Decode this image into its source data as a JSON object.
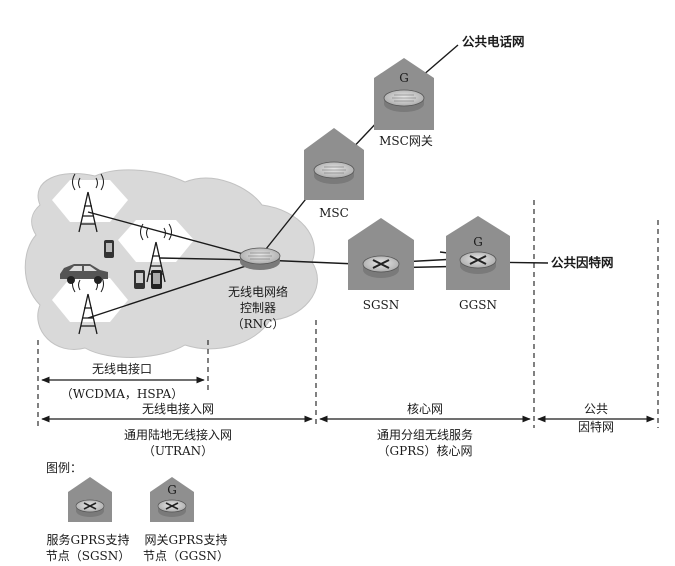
{
  "nodes": {
    "pstn": "公共电话网",
    "msc_gateway": "MSC网关",
    "msc": "MSC",
    "gateway_mark": "G",
    "rnc_line1": "无线电网络",
    "rnc_line2": "控制器",
    "rnc_line3": "（RNC）",
    "sgsn": "SGSN",
    "ggsn": "GGSN",
    "public_internet": "公共因特网"
  },
  "spans": {
    "radio_interface_line1": "无线电接口",
    "radio_interface_line2": "（WCDMA，HSPA）",
    "access_line1": "无线电接入网",
    "access_line2": "通用陆地无线接入网",
    "access_line3": "（UTRAN）",
    "core_line1": "核心网",
    "core_line2": "通用分组无线服务",
    "core_line3": "（GPRS）核心网",
    "internet_line1": "公共",
    "internet_line2": "因特网"
  },
  "legend": {
    "title": "图例：",
    "gateway_mark": "G",
    "sgsn_line1": "服务GPRS支持",
    "sgsn_line2": "节点（SGSN）",
    "ggsn_line1": "网关GPRS支持",
    "ggsn_line2": "节点（GGSN）"
  },
  "colors": {
    "cloud": "#d9d9d9",
    "house": "#8f8f8f",
    "router_top": "#c8c8c8",
    "router_side": "#7a7a7a",
    "line": "#1a1a1a"
  }
}
